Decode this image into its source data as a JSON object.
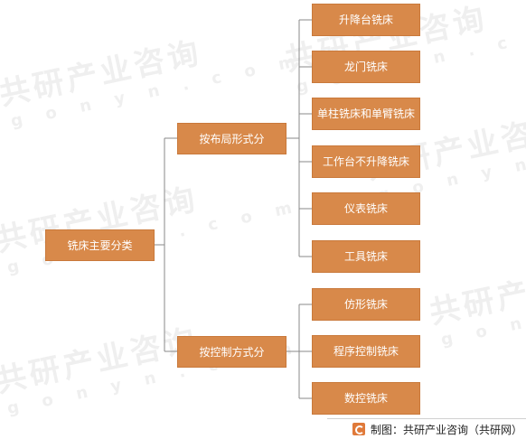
{
  "watermark": {
    "cn": "共研产业咨询",
    "en": "g o n y n . c o m"
  },
  "root": {
    "label": "铣床主要分类"
  },
  "groups": [
    {
      "label": "按布局形式分",
      "children": [
        "升降台铣床",
        "龙门铣床",
        "单柱铣床和单臂铣床",
        "工作台不升降铣床",
        "仪表铣床",
        "工具铣床"
      ]
    },
    {
      "label": "按控制方式分",
      "children": [
        "仿形铣床",
        "程序控制铣床",
        "数控铣床"
      ]
    }
  ],
  "footer": {
    "source": "制图：共研产业咨询（共研网）"
  },
  "colors": {
    "node_fill": "#d8894a",
    "line": "#8a8a8a",
    "watermark": "#efefef"
  }
}
